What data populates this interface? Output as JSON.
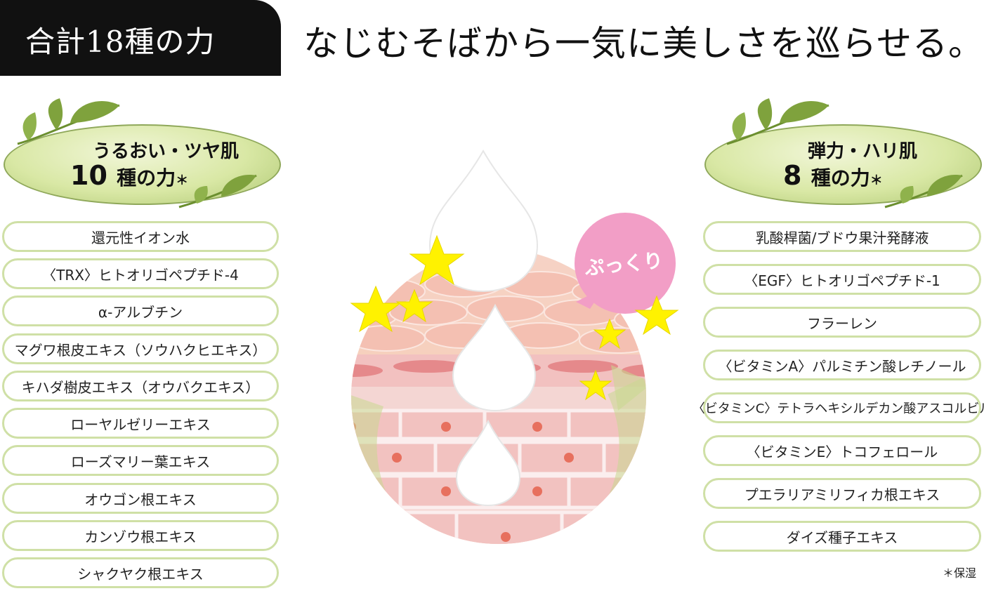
{
  "header": {
    "badge": "合計18種の力",
    "headline": "なじむそばから一気に美しさを巡らせる。"
  },
  "left_group": {
    "title": "うるおい・ツヤ肌",
    "count": "10",
    "count_suffix": "種の力",
    "mark": "＊",
    "items": [
      "還元性イオン水",
      "〈TRX〉ヒトオリゴペプチド-4",
      "α-アルブチン",
      "マグワ根皮エキス（ソウハクヒエキス）",
      "キハダ樹皮エキス（オウバクエキス）",
      "ローヤルゼリーエキス",
      "ローズマリー葉エキス",
      "オウゴン根エキス",
      "カンゾウ根エキス",
      "シャクヤク根エキス"
    ]
  },
  "right_group": {
    "title": "弾力・ハリ肌",
    "count": "8",
    "count_suffix": "種の力",
    "mark": "＊",
    "items": [
      "乳酸桿菌/ブドウ果汁発酵液",
      "〈EGF〉ヒトオリゴペプチド-1",
      "フラーレン",
      "〈ビタミンA〉パルミチン酸レチノール",
      "〈ビタミンC〉テトラヘキシルデカン酸アスコルビル",
      "〈ビタミンE〉トコフェロール",
      "プエラリアミリフィカ根エキス",
      "ダイズ種子エキス"
    ]
  },
  "illustration": {
    "bubble_text": "ぷっくり",
    "bubble_color": "#f29ec6",
    "star_color": "#fff200"
  },
  "footnote": "＊保湿",
  "colors": {
    "pill_border": "#cfe0a6",
    "ellipse_fill": "#d9e8a5",
    "leaf": "#7fa23d"
  }
}
